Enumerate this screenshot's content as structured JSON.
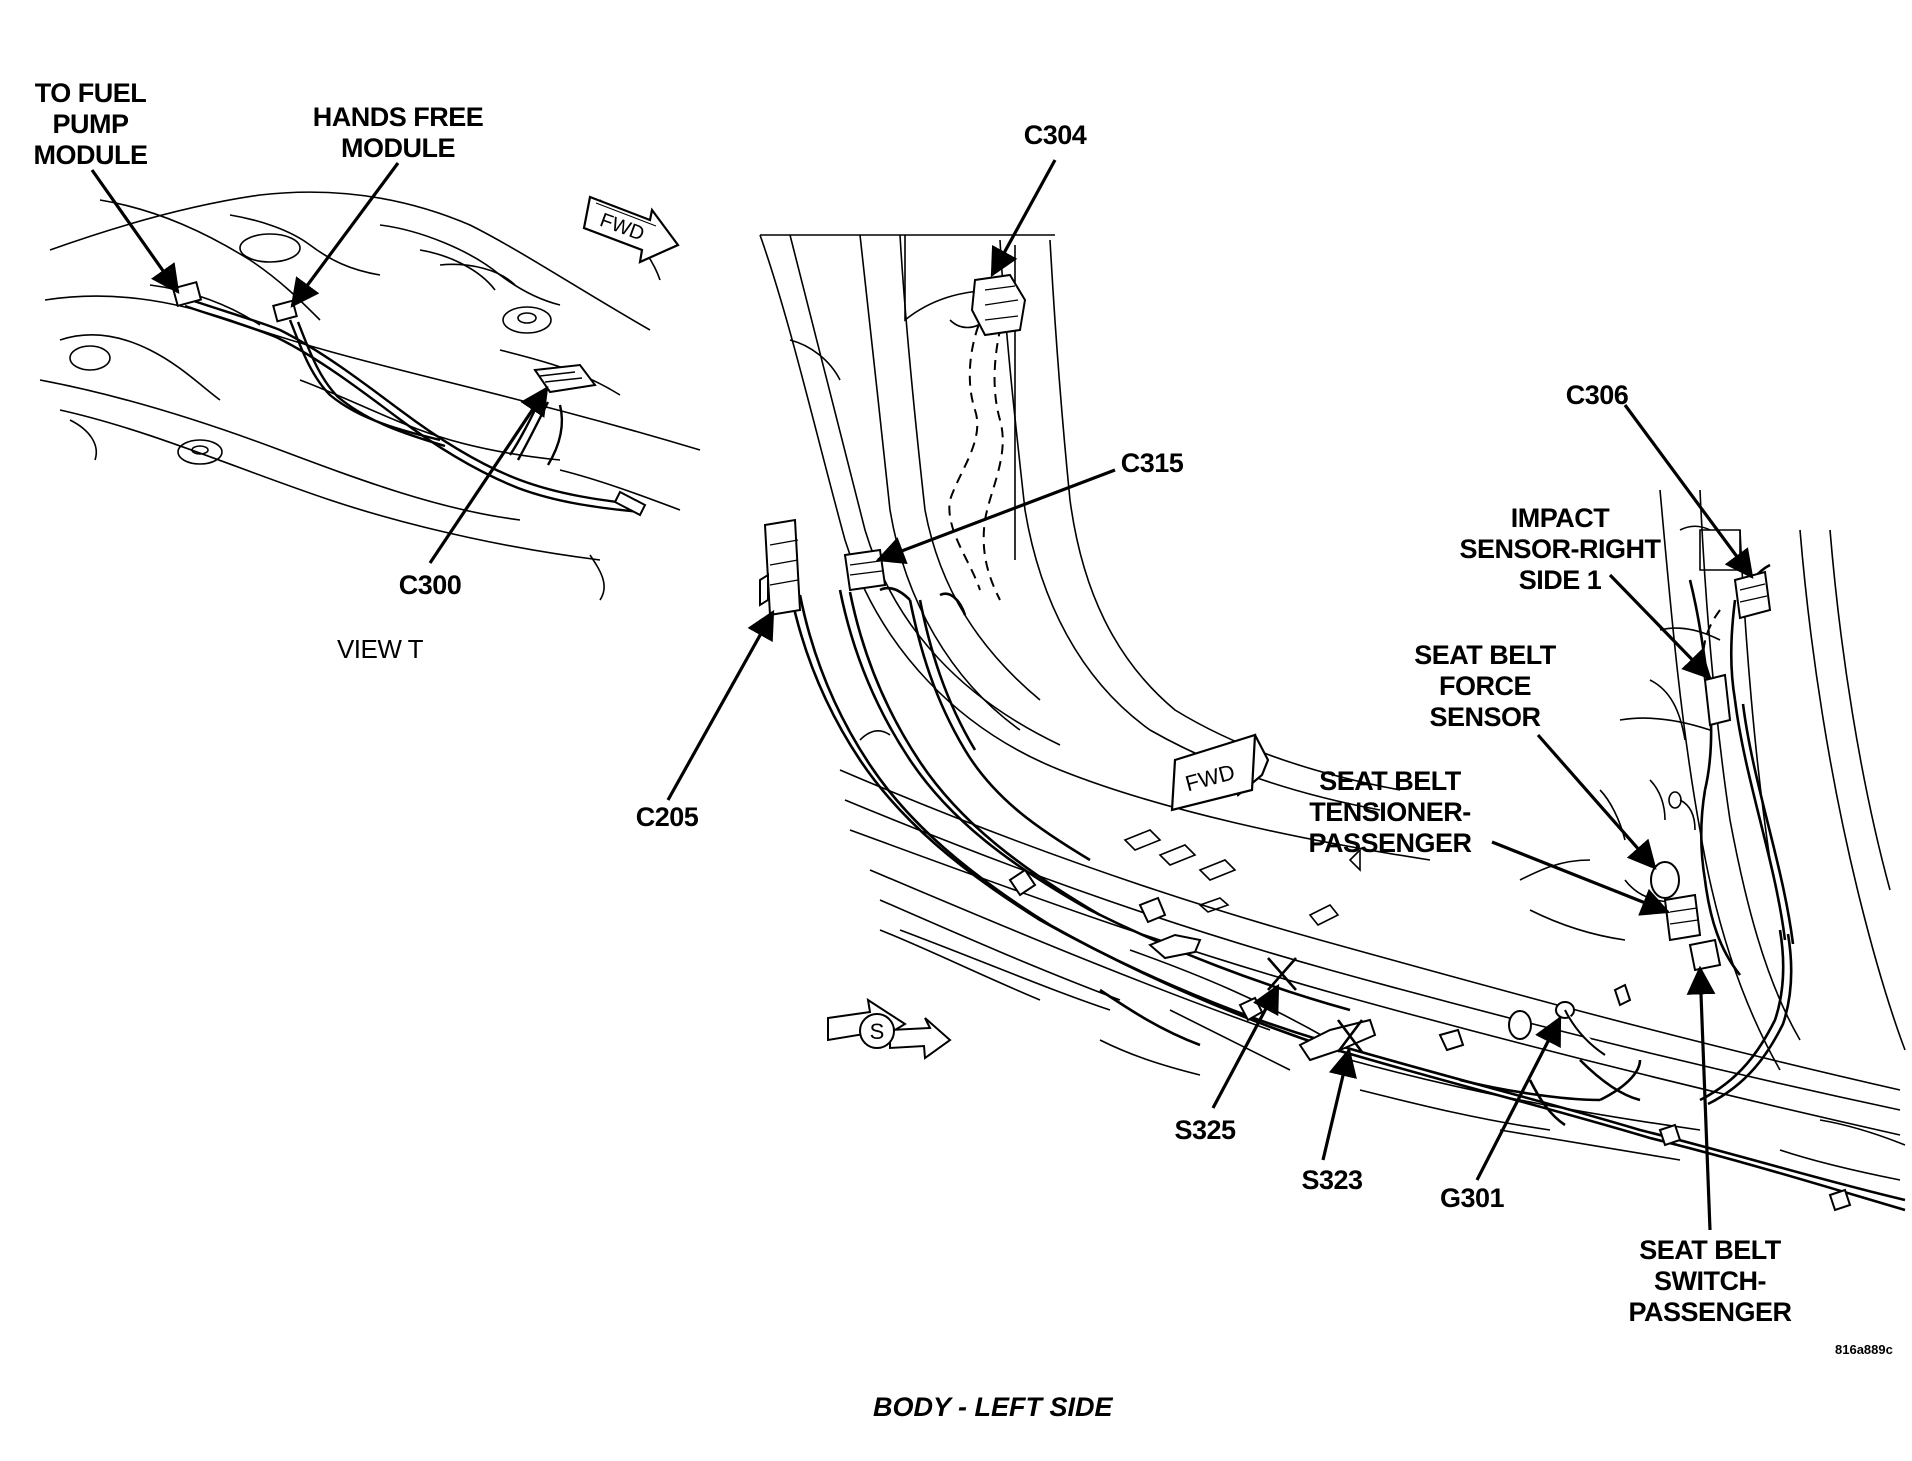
{
  "labels": {
    "fuel_pump": [
      "TO FUEL",
      "PUMP",
      "MODULE"
    ],
    "hands_free": [
      "HANDS FREE",
      "MODULE"
    ],
    "c300": "C300",
    "view_t": "VIEW T",
    "c304": "C304",
    "c315": "C315",
    "c205": "C205",
    "c306": "C306",
    "impact_sensor": [
      "IMPACT",
      "SENSOR-RIGHT",
      "SIDE 1"
    ],
    "force_sensor": [
      "SEAT BELT",
      "FORCE",
      "SENSOR"
    ],
    "tensioner": [
      "SEAT BELT",
      "TENSIONER-",
      "PASSENGER"
    ],
    "s325": "S325",
    "s323": "S323",
    "g301": "G301",
    "switch_passenger": [
      "SEAT BELT",
      "SWITCH-",
      "PASSENGER"
    ]
  },
  "fwd_arrow_text": "FWD",
  "s_arrow_text": "S",
  "figure_code": "816a889c",
  "title": "BODY - LEFT SIDE",
  "colors": {
    "ink": "#000000",
    "background": "#ffffff"
  }
}
